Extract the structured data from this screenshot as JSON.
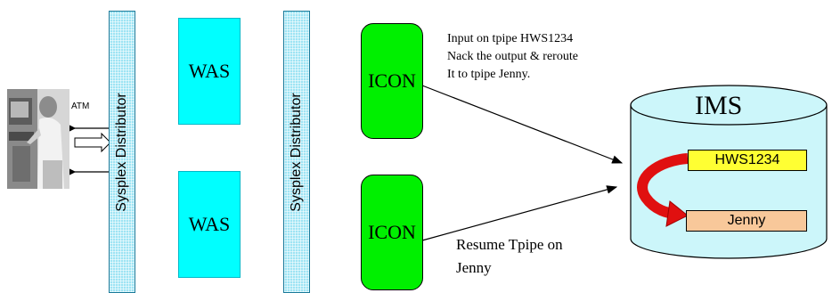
{
  "header_text": "",
  "atm": {
    "label": "ATM"
  },
  "sysplex": {
    "left_label": "Sysplex Distributor",
    "right_label": "Sysplex Distributor"
  },
  "was": {
    "top": "WAS",
    "bottom": "WAS"
  },
  "icon": {
    "top": "ICON",
    "bottom": "ICON"
  },
  "notes": {
    "top_lines": [
      "Input on tpipe HWS1234",
      "Nack the output & reroute",
      "It to tpipe Jenny."
    ],
    "bottom_lines": [
      "Resume Tpipe on",
      "Jenny"
    ]
  },
  "ims": {
    "label": "IMS",
    "tpipe_a": "HWS1234",
    "tpipe_b": "Jenny"
  },
  "colors": {
    "was": "#00ffff",
    "icon": "#00f000",
    "ims": "#ccf6fa",
    "tpipe_a": "#ffff33",
    "tpipe_b": "#f8c89a",
    "reroute_arrow": "#e01010"
  }
}
